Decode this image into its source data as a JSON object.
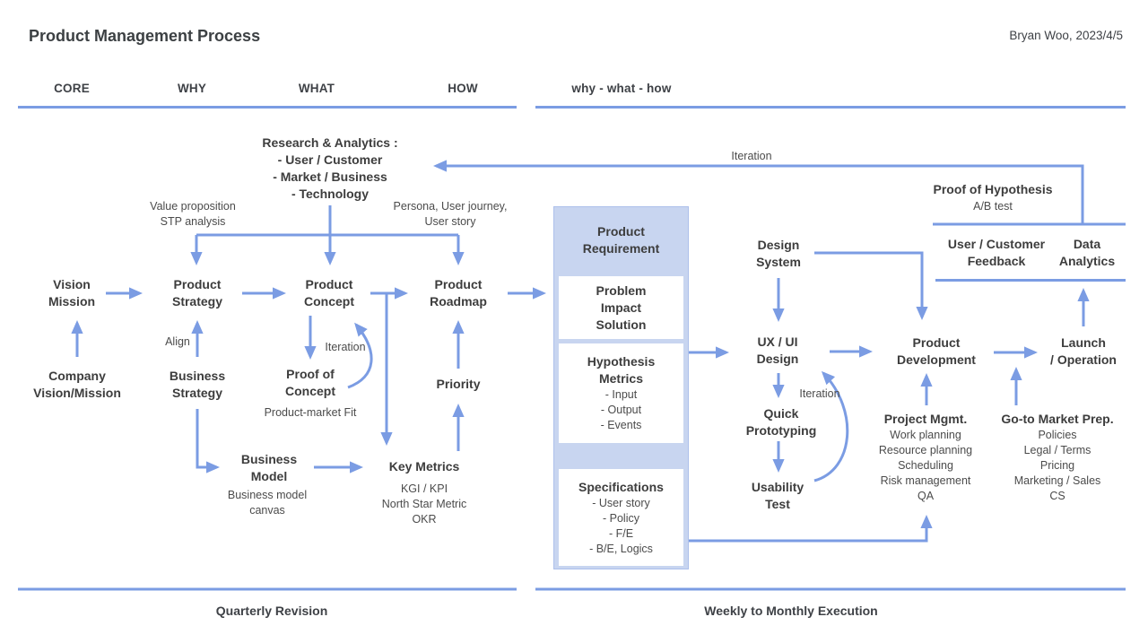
{
  "header": {
    "title": "Product Management Process",
    "author": "Bryan Woo, 2023/4/5",
    "col_core": "CORE",
    "col_why": "WHY",
    "col_what": "WHAT",
    "col_how": "HOW",
    "col_right": "why - what - how"
  },
  "footer": {
    "left_label": "Quarterly Revision",
    "right_label": "Weekly to Monthly Execution"
  },
  "quarterly": {
    "research_analytics": "Research & Analytics :\n- User / Customer\n- Market / Business\n- Technology",
    "iteration_top": "Iteration",
    "value_proposition": "Value proposition\nSTP analysis",
    "persona": "Persona, User journey,\nUser story",
    "vision_mission": "Vision\nMission",
    "company_vision": "Company\nVision/Mission",
    "product_strategy": "Product\nStrategy",
    "align": "Align",
    "business_strategy": "Business\nStrategy",
    "product_concept": "Product\nConcept",
    "iteration_concept": "Iteration",
    "proof_of_concept": "Proof of\nConcept",
    "product_market_fit": "Product-market Fit",
    "business_model": "Business\nModel",
    "business_model_canvas": "Business model\ncanvas",
    "key_metrics": "Key Metrics",
    "key_metrics_sub": "KGI / KPI\nNorth Star Metric\nOKR",
    "product_roadmap": "Product\nRoadmap",
    "priority": "Priority"
  },
  "execution": {
    "product_requirement": "Product\nRequirement",
    "problem": "Problem\nImpact\nSolution",
    "hypothesis_title": "Hypothesis\nMetrics",
    "hypothesis_items": "- Input\n- Output\n- Events",
    "specifications_title": "Specifications",
    "specifications_items": "- User story\n- Policy\n- F/E\n- B/E, Logics",
    "design_system": "Design\nSystem",
    "ux_ui_design": "UX / UI\nDesign",
    "iteration_ux": "Iteration",
    "quick_prototyping": "Quick\nPrototyping",
    "usability_test": "Usability\nTest",
    "product_development": "Product\nDevelopment",
    "project_mgmt_title": "Project Mgmt.",
    "project_mgmt_items": "Work planning\nResource planning\nScheduling\nRisk management\nQA",
    "gtm_title": "Go-to Market Prep.",
    "gtm_items": "Policies\nLegal / Terms\nPricing\nMarketing / Sales\nCS",
    "launch": "Launch\n/ Operation",
    "feedback": "User / Customer\nFeedback",
    "data_analytics": "Data\nAnalytics",
    "proof_of_hypothesis_title": "Proof of Hypothesis",
    "proof_of_hypothesis_sub": "A/B test"
  },
  "colors": {
    "accent": "#7b9ce3",
    "panel_fill": "#c8d5f0",
    "text": "#3d3d3d",
    "text_secondary": "#4b4b4b"
  }
}
